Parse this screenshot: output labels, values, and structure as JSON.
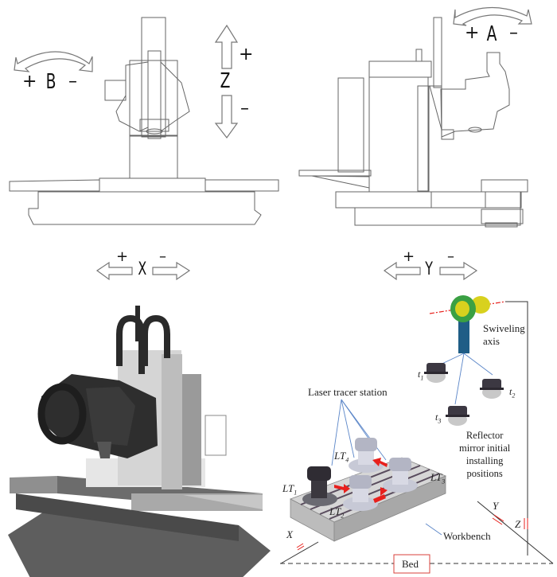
{
  "panels": {
    "front_view": {
      "rotary_axis": {
        "label": "B",
        "plus": "+",
        "minus": "–"
      },
      "vertical_axis": {
        "label": "Z",
        "plus": "+",
        "minus": "–"
      },
      "linear_axis": {
        "label": "X",
        "plus": "+",
        "minus": "–"
      }
    },
    "side_view": {
      "rotary_axis": {
        "label": "A",
        "plus": "+",
        "minus": "–"
      },
      "linear_axis": {
        "label": "Y",
        "plus": "+",
        "minus": "–"
      }
    },
    "schematic": {
      "swiveling_axis": [
        "Swiveling",
        "axis"
      ],
      "reflectors": [
        {
          "base": "t",
          "sub": "1"
        },
        {
          "base": "t",
          "sub": "2"
        },
        {
          "base": "t",
          "sub": "3"
        }
      ],
      "reflector_caption": [
        "Reflector",
        "mirror initial",
        "installing",
        "positions"
      ],
      "laser_tracer_station": "Laser tracer station",
      "stations": [
        {
          "base": "LT",
          "sub": "1"
        },
        {
          "base": "LT",
          "sub": "2"
        },
        {
          "base": "LT",
          "sub": "3"
        },
        {
          "base": "LT",
          "sub": "4"
        }
      ],
      "workbench": "Workbench",
      "bed": "Bed",
      "coord_axes": {
        "x": "X",
        "y": "Y",
        "z": "Z"
      }
    }
  },
  "colors": {
    "line": "#555555",
    "arrow_red": "#e8201c",
    "leader_blue": "#5b86c8",
    "bed_box": "#d9413b",
    "swivel_green": "#3aa043",
    "swivel_yellow": "#d8d11e",
    "swivel_stem": "#1f5d86"
  }
}
